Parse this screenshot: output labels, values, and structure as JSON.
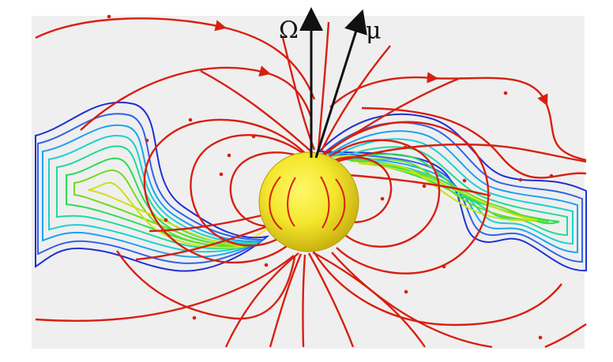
{
  "figure": {
    "omega_label": "Ω",
    "mu_label": "μ",
    "colors": {
      "background": "#efefef",
      "field_lines": "#d81f10",
      "axes": "#111111",
      "star_core": "#f6ee3a",
      "star_edge": "#b79b06",
      "contour_scale": [
        "#1f2fd6",
        "#2f64ea",
        "#1ea2f0",
        "#19d1d0",
        "#21d99a",
        "#2bdd58",
        "#6fdc1f",
        "#c8e311",
        "#f0e91b"
      ]
    },
    "icons": [
      "star-sphere",
      "omega-axis-arrow",
      "mu-axis-arrow"
    ]
  }
}
